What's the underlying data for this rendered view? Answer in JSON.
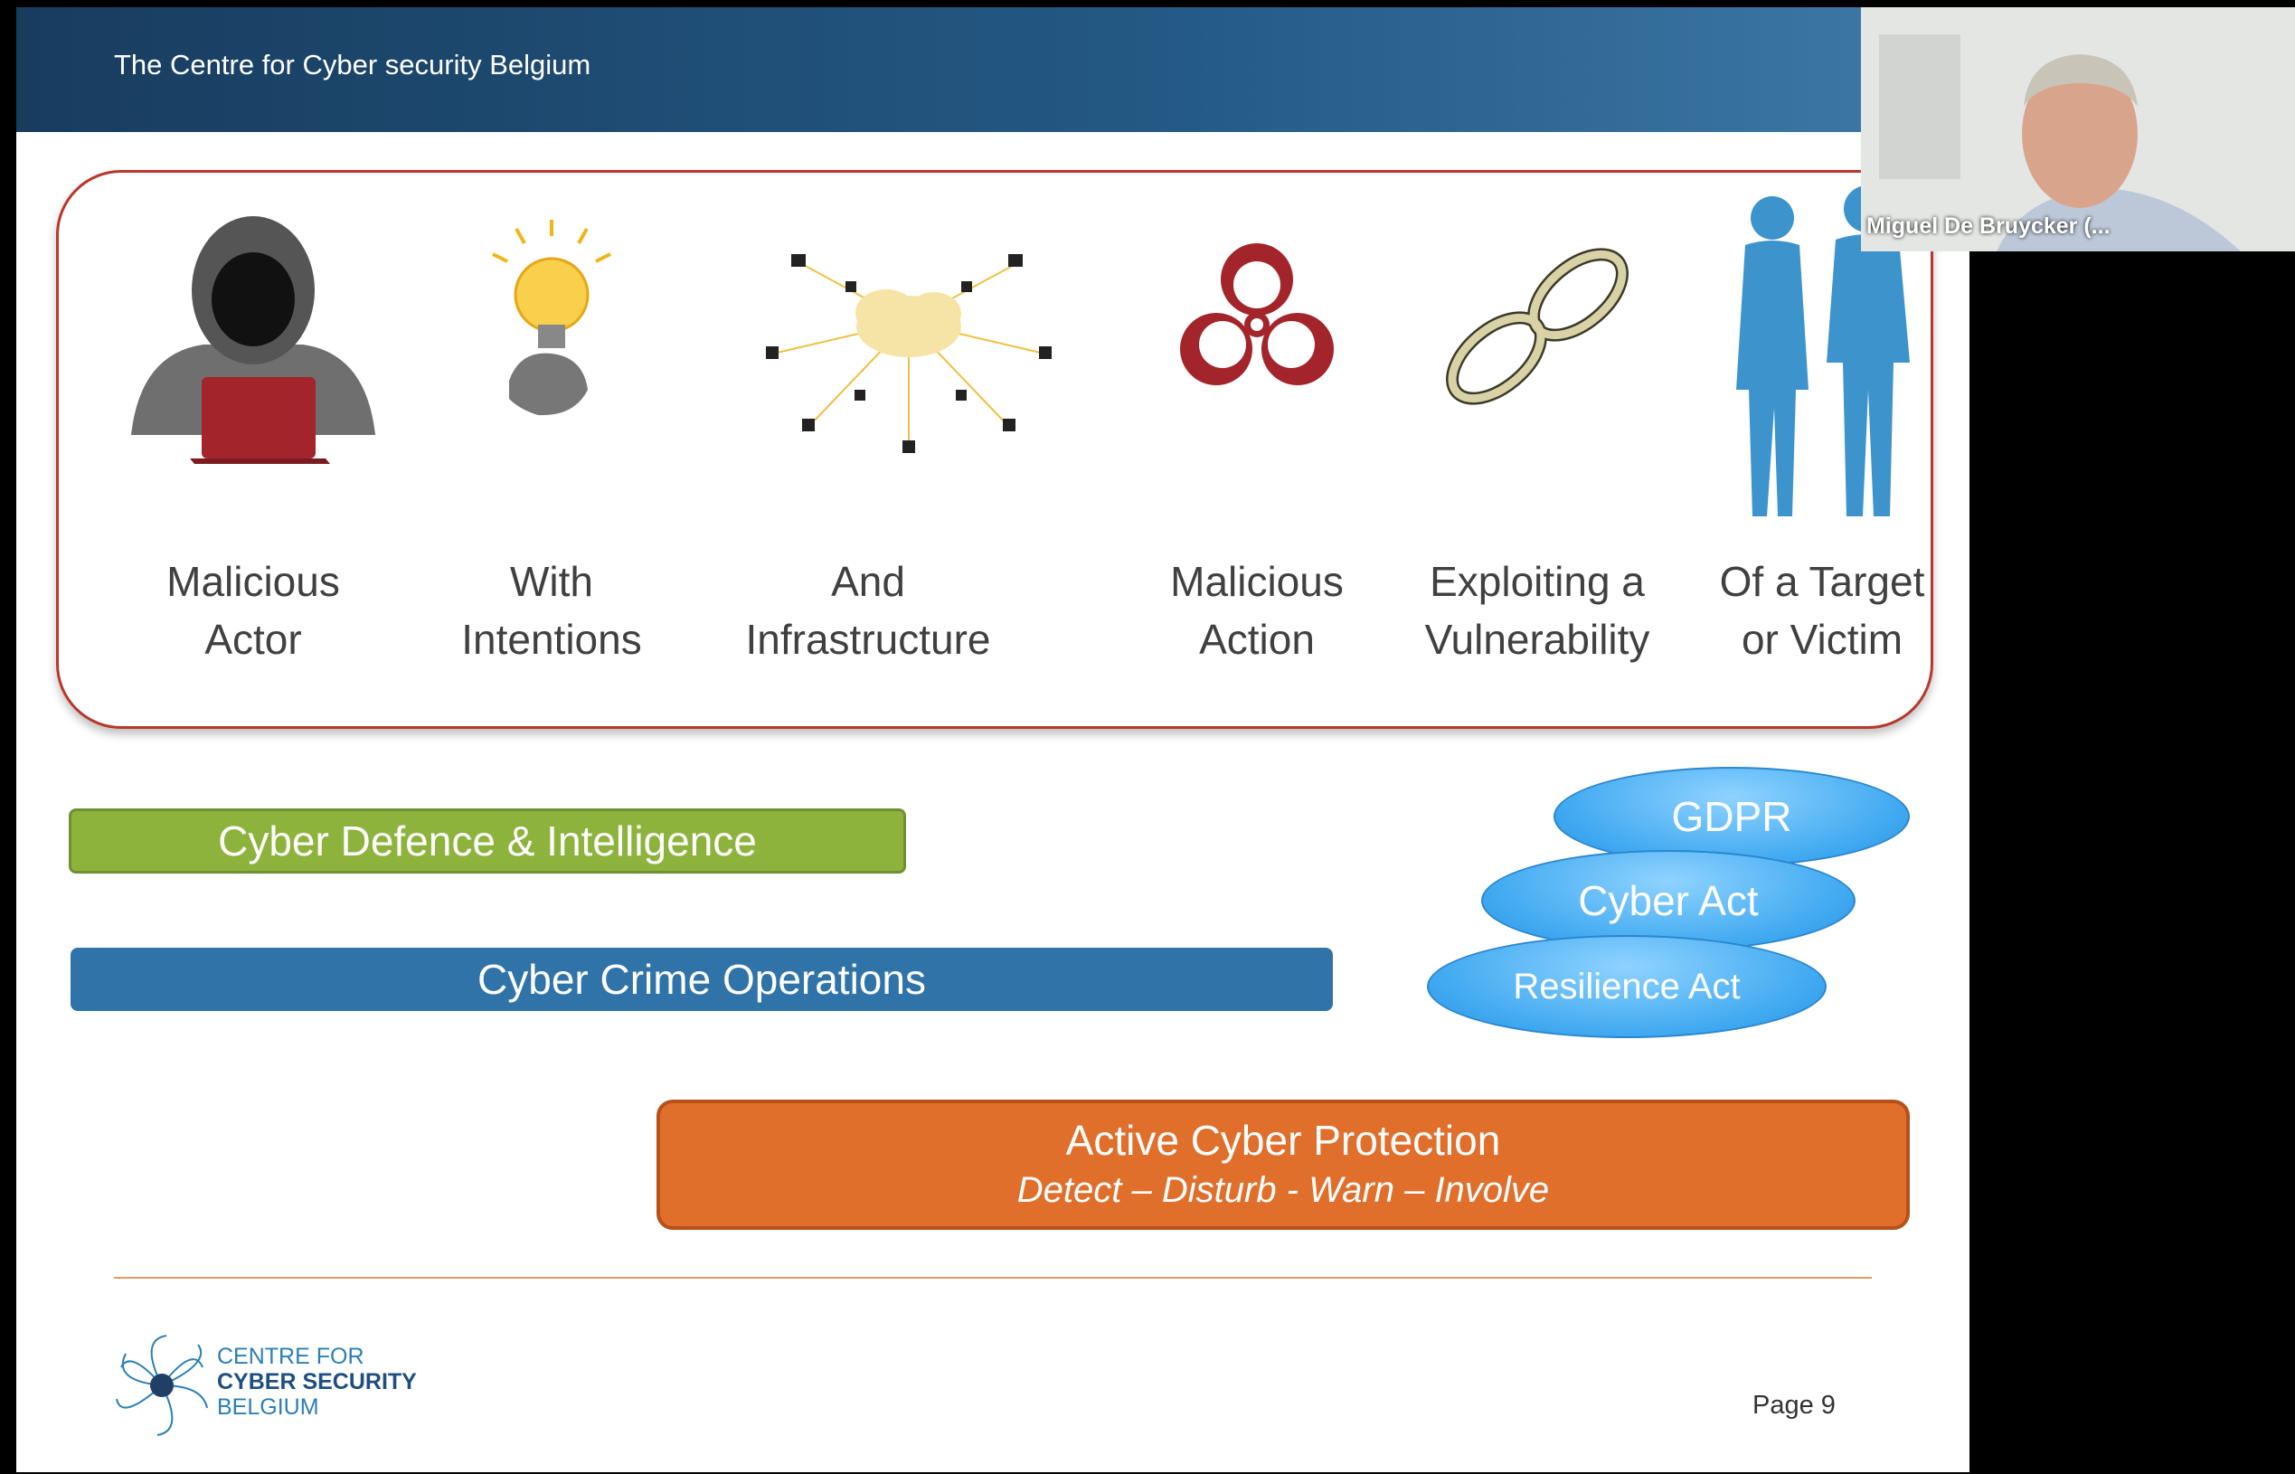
{
  "header": {
    "title": "The Centre for Cyber security Belgium"
  },
  "threat_items": [
    {
      "line1": "Malicious",
      "line2": "Actor",
      "icon": "hooded-hacker-icon"
    },
    {
      "line1": "With",
      "line2": "Intentions",
      "icon": "lightbulb-hand-icon"
    },
    {
      "line1": "And",
      "line2": "Infrastructure",
      "icon": "cloud-network-icon"
    },
    {
      "line1": "Malicious",
      "line2": "Action",
      "icon": "biohazard-icon"
    },
    {
      "line1": "Exploiting a",
      "line2": "Vulnerability",
      "icon": "broken-chain-icon"
    },
    {
      "line1": "Of a Target",
      "line2": "or Victim",
      "icon": "people-silhouette-icon"
    }
  ],
  "bars": {
    "defence": "Cyber Defence & Intelligence",
    "crime": "Cyber Crime Operations",
    "protection_title": "Active Cyber Protection",
    "protection_sub": "Detect – Disturb - Warn –  Involve"
  },
  "ellipses": {
    "gdpr": "GDPR",
    "cyber_act": "Cyber Act",
    "resilience_act": "Resilience Act"
  },
  "logo": {
    "line1": "CENTRE FOR",
    "line2": "CYBER SECURITY",
    "line3": "BELGIUM"
  },
  "page_number": "Page 9",
  "video": {
    "participant_name": "Miguel De Bruycker (..."
  },
  "colors": {
    "header": "#1e4a72",
    "panel_border": "#b9372b",
    "green": "#8db33c",
    "blue": "#2f73a8",
    "orange": "#e06f2c",
    "ellipse": "#3ea8f0",
    "icon_red": "#a3242a",
    "icon_blue": "#3d93cc"
  }
}
